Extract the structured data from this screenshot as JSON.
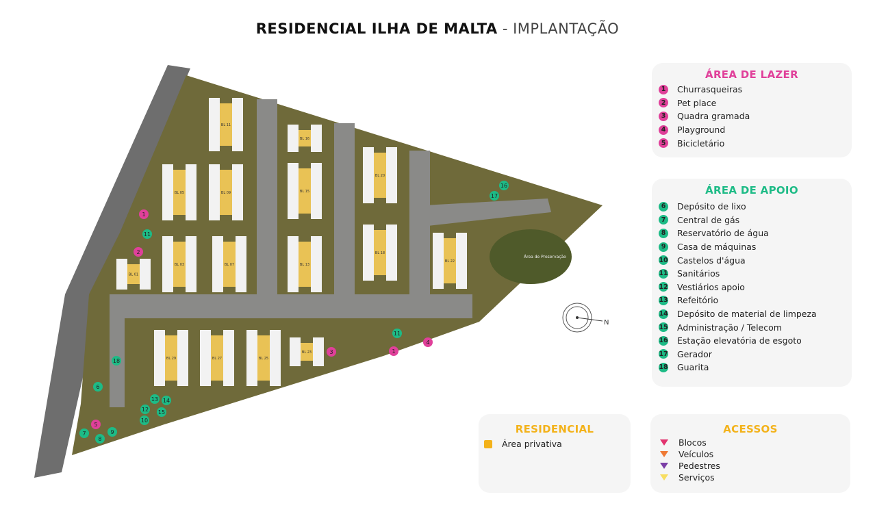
{
  "title": {
    "main": "RESIDENCIAL ILHA DE MALTA",
    "sub": " - IMPLANTAÇÃO"
  },
  "colors": {
    "lazer": "#e0409a",
    "apoio": "#1dbb86",
    "residencial": "#f3b21a",
    "grass": "#6f6a3a",
    "road": "#6e6e6e",
    "blocos": "#e2336f",
    "veiculos": "#ef7a35",
    "pedestres": "#7b3fa6",
    "servicos": "#f7de61"
  },
  "lazer": {
    "title": "ÁREA DE LAZER",
    "items": [
      {
        "n": "1",
        "label": "Churrasqueiras"
      },
      {
        "n": "2",
        "label": "Pet place"
      },
      {
        "n": "3",
        "label": "Quadra gramada"
      },
      {
        "n": "4",
        "label": "Playground"
      },
      {
        "n": "5",
        "label": "Bicicletário"
      }
    ]
  },
  "apoio": {
    "title": "ÁREA DE APOIO",
    "items": [
      {
        "n": "6",
        "label": "Depósito de lixo"
      },
      {
        "n": "7",
        "label": "Central de gás"
      },
      {
        "n": "8",
        "label": "Reservatório de água"
      },
      {
        "n": "9",
        "label": "Casa de máquinas"
      },
      {
        "n": "10",
        "label": "Castelos d'água"
      },
      {
        "n": "11",
        "label": "Sanitários"
      },
      {
        "n": "12",
        "label": "Vestiários apoio"
      },
      {
        "n": "13",
        "label": "Refeitório"
      },
      {
        "n": "14",
        "label": "Depósito de material de  limpeza"
      },
      {
        "n": "15",
        "label": "Administração / Telecom"
      },
      {
        "n": "16",
        "label": "Estação elevatória de esgoto"
      },
      {
        "n": "17",
        "label": "Gerador"
      },
      {
        "n": "18",
        "label": "Guarita"
      }
    ]
  },
  "residencial": {
    "title": "RESIDENCIAL",
    "items": [
      {
        "label": "Área privativa"
      }
    ]
  },
  "acessos": {
    "title": "ACESSOS",
    "items": [
      {
        "label": "Blocos",
        "icon": "triangle-down-pink"
      },
      {
        "label": "Veículos",
        "icon": "triangle-down-orange"
      },
      {
        "label": "Pedestres",
        "icon": "triangle-down-purple"
      },
      {
        "label": "Serviços",
        "icon": "triangle-down-yellow"
      }
    ]
  },
  "map": {
    "preservation_label": "Área de Preservação",
    "compass_label": "N",
    "blocks": [
      "BL 11",
      "BL 05",
      "BL 09",
      "BL 16",
      "BL 15",
      "BL 20",
      "BL 03",
      "BL 07",
      "BL 13",
      "BL 18",
      "BL 22",
      "BL 01",
      "BL 29",
      "BL 27",
      "BL 25",
      "BL 23"
    ],
    "markers": [
      "1",
      "11",
      "2",
      "16",
      "17",
      "11",
      "1",
      "4",
      "3",
      "18",
      "6",
      "13",
      "14",
      "12",
      "15",
      "10",
      "5",
      "7",
      "8",
      "9"
    ]
  }
}
